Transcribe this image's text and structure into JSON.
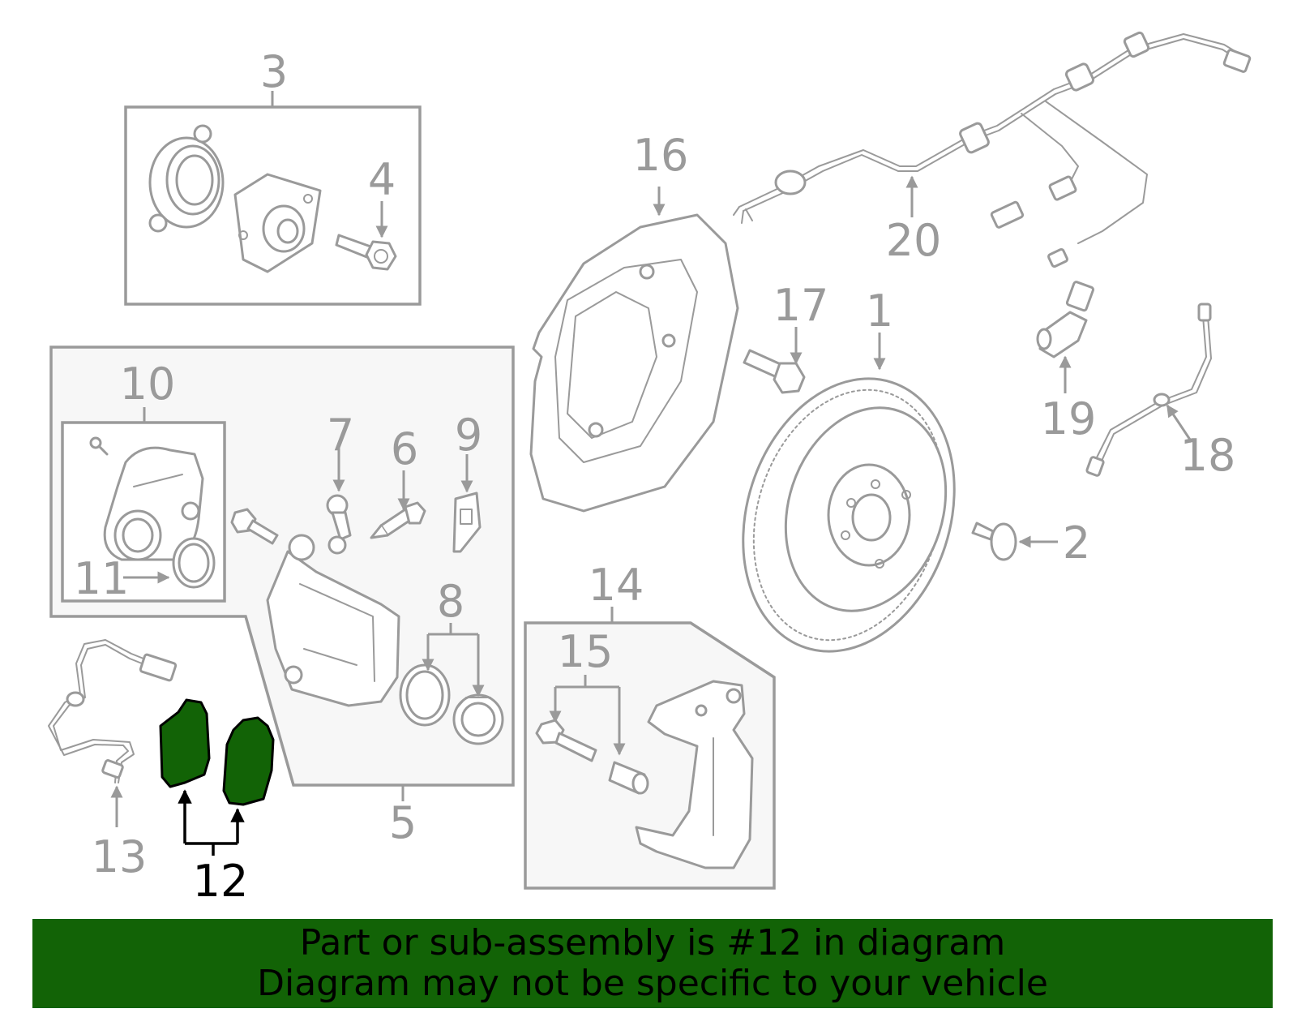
{
  "diagram": {
    "callouts": {
      "c1": "1",
      "c2": "2",
      "c3": "3",
      "c4": "4",
      "c5": "5",
      "c6": "6",
      "c7": "7",
      "c8": "8",
      "c9": "9",
      "c10": "10",
      "c11": "11",
      "c12": "12",
      "c13": "13",
      "c14": "14",
      "c15": "15",
      "c16": "16",
      "c17": "17",
      "c18": "18",
      "c19": "19",
      "c20": "20"
    },
    "highlighted_part": "12",
    "highlight_color": "#126306"
  },
  "banner": {
    "line1": "Part or sub-assembly is #12 in diagram",
    "line2": "Diagram may not be specific to your vehicle",
    "background": "#126306"
  }
}
